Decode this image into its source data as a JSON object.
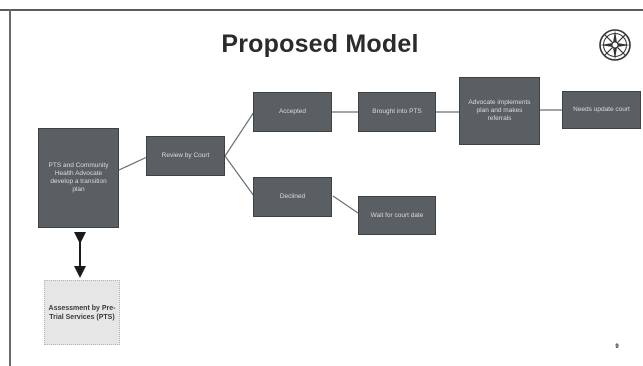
{
  "title": "Proposed Model",
  "page_number": "9",
  "logo": {
    "icon": "compass-seal-icon"
  },
  "boxes": {
    "pts_plan": "PTS and Community\nHealth Advocate\ndevelop a transition\nplan",
    "review": "Review by Court",
    "accepted": "Accepted",
    "brought_into_pts": "Brought into PTS",
    "advocate_implements": "Advocate implements\nplan and makes\nreferrals",
    "needs_update": "Needs update court",
    "declined": "Declined",
    "wait_court_date": "Wait for court date"
  },
  "assessment": "Assessment by Pre-\nTrial Services (PTS)"
}
